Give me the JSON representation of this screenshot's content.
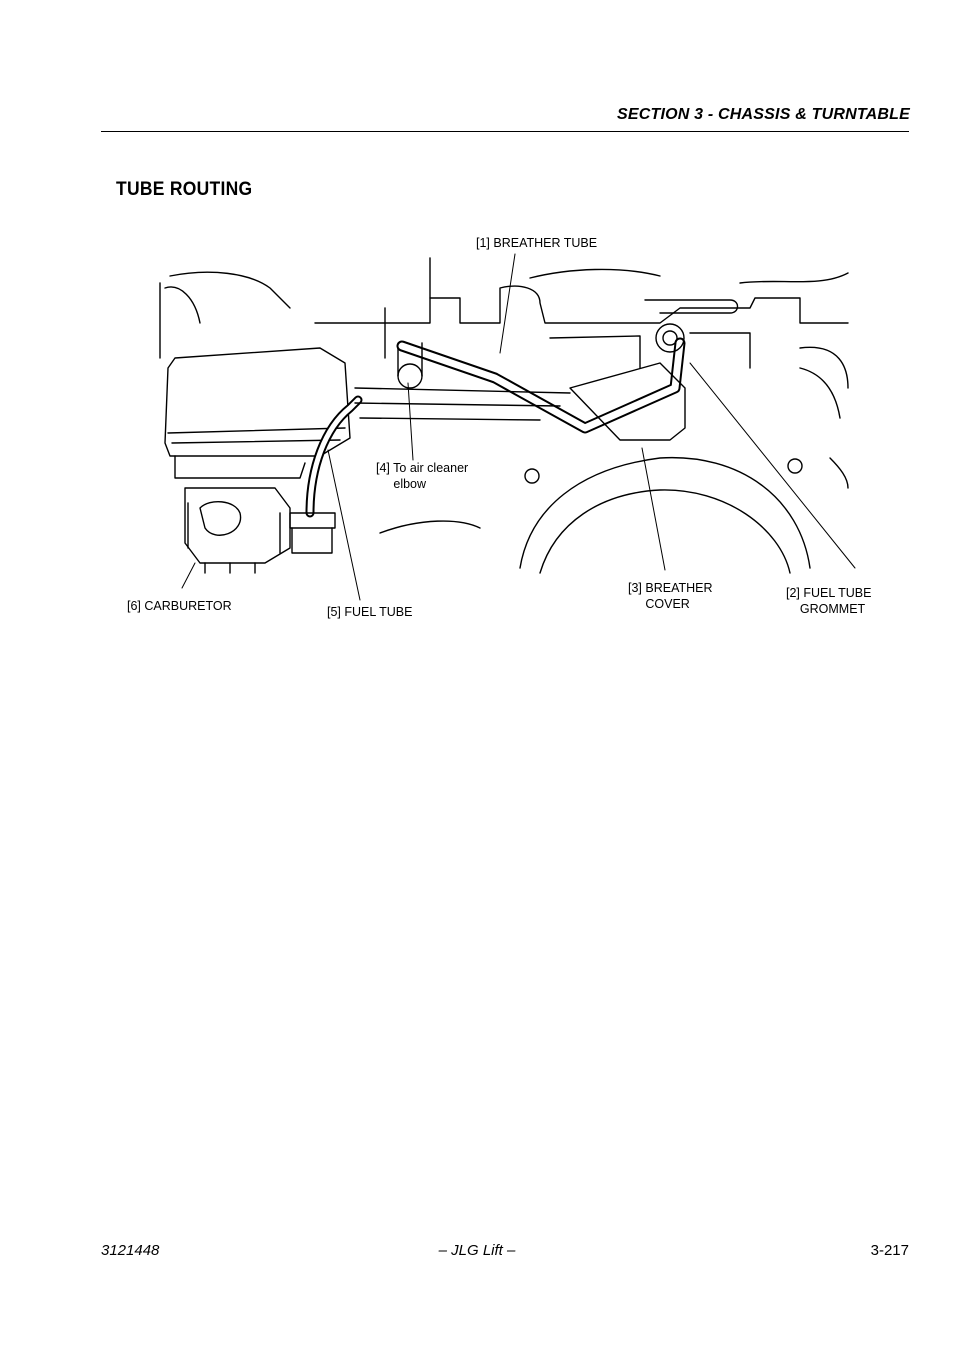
{
  "header": {
    "section_title": "SECTION 3 - CHASSIS & TURNTABLE"
  },
  "heading": "TUBE ROUTING",
  "figure": {
    "callouts": {
      "breather_tube": "[1] BREATHER TUBE",
      "fuel_tube_grommet": "[2] FUEL TUBE\n    GROMMET",
      "breather_cover": "[3] BREATHER\n     COVER",
      "air_cleaner_elbow": "[4] To air cleaner\n     elbow",
      "fuel_tube": "[5] FUEL TUBE",
      "carburetor": "[6] CARBURETOR"
    }
  },
  "footer": {
    "doc_number": "3121448",
    "publisher": "– JLG Lift –",
    "page_number": "3-217"
  }
}
